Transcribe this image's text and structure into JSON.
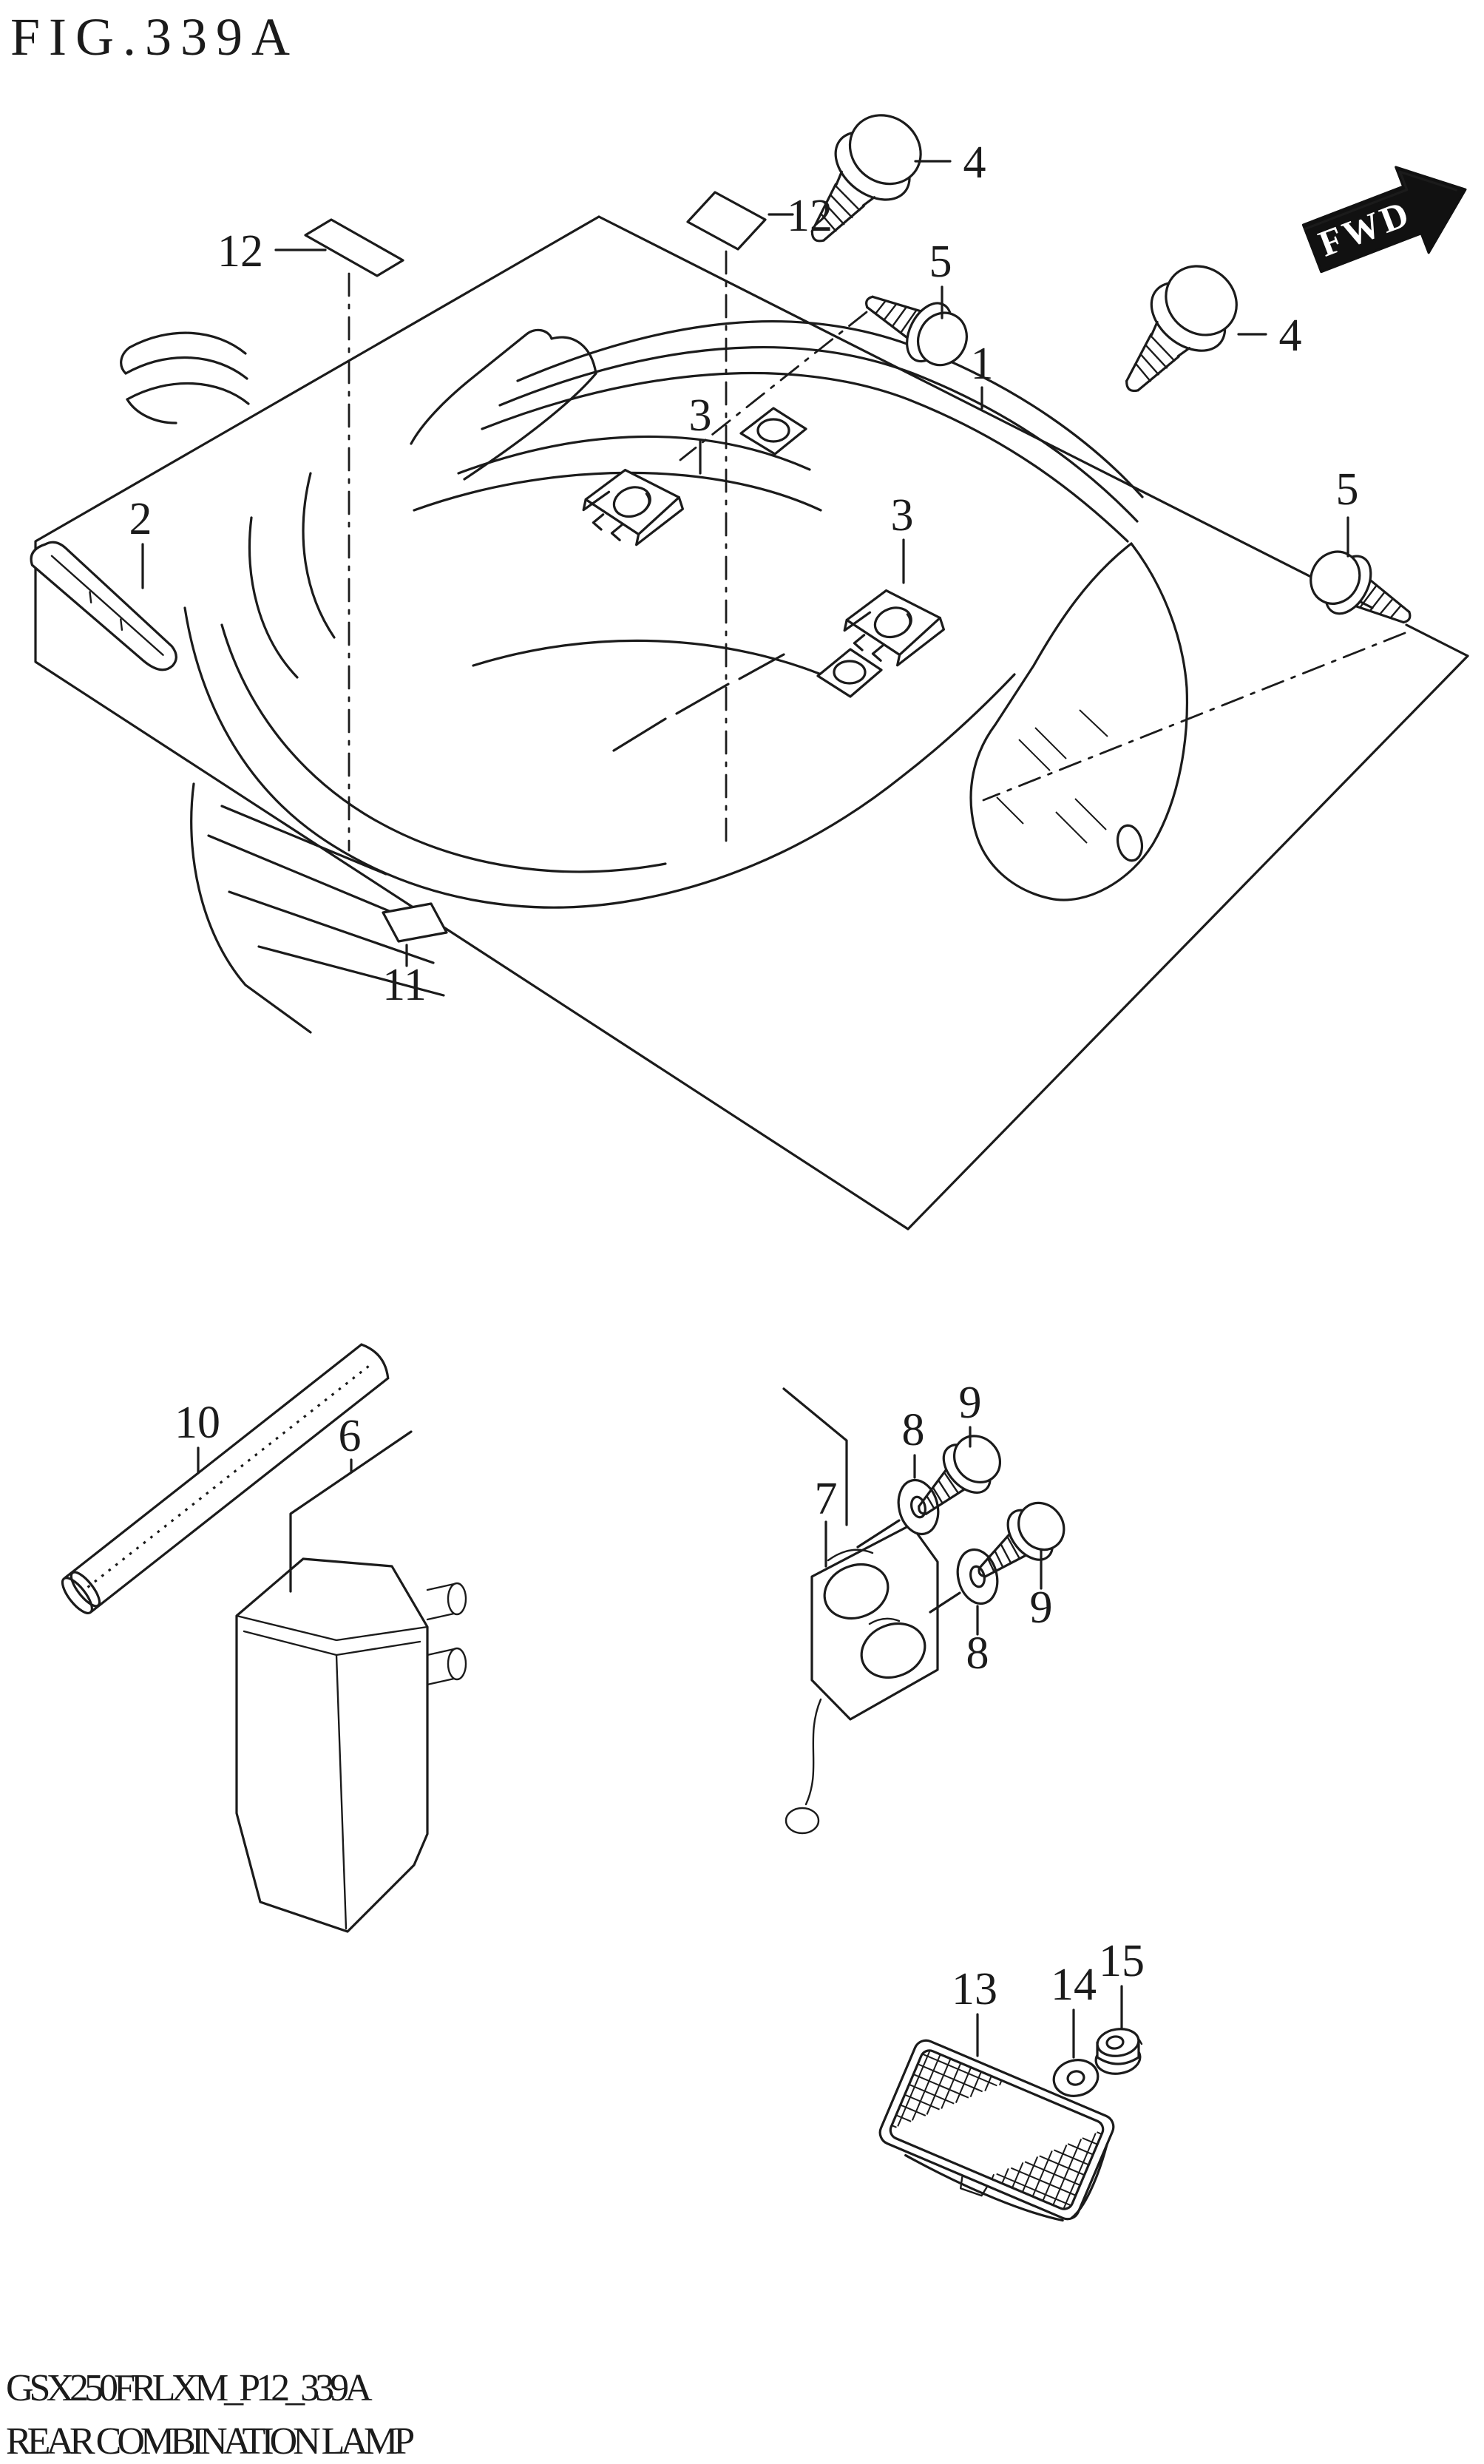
{
  "title": "FIG.339A",
  "footer": {
    "code_line": "GSX250FRLXM_P12_339A",
    "name_line": "REAR COMBINATION LAMP"
  },
  "fwd_marker": {
    "label": "FWD"
  },
  "callouts": {
    "c1": {
      "text": "1"
    },
    "c2": {
      "text": "2"
    },
    "c3a": {
      "text": "3"
    },
    "c3b": {
      "text": "3"
    },
    "c4a": {
      "text": "4"
    },
    "c4b": {
      "text": "4"
    },
    "c5a": {
      "text": "5"
    },
    "c5b": {
      "text": "5"
    },
    "c6": {
      "text": "6"
    },
    "c7": {
      "text": "7"
    },
    "c8a": {
      "text": "8"
    },
    "c8b": {
      "text": "8"
    },
    "c9a": {
      "text": "9"
    },
    "c9b": {
      "text": "9"
    },
    "c10": {
      "text": "10"
    },
    "c11": {
      "text": "11"
    },
    "c12a": {
      "text": "12"
    },
    "c12b": {
      "text": "12"
    },
    "c13": {
      "text": "13"
    },
    "c14": {
      "text": "14"
    },
    "c15": {
      "text": "15"
    }
  }
}
